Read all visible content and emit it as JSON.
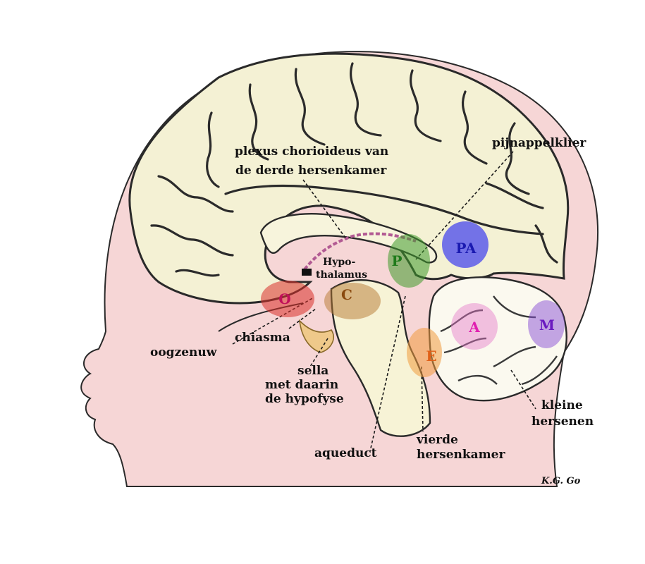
{
  "labels": {
    "plexus_line1": "plexus chorioideus van",
    "plexus_line2": "de derde hersenkamer",
    "pijnappelklier": "pijnappelklier",
    "hypothalamus_line1": "Hypo-",
    "hypothalamus_line2": "thalamus",
    "chiasma": "chiasma",
    "oogzenuw": "oogzenuw",
    "sella_line1": "sella",
    "sella_line2": "met daarin",
    "sella_line3": "de hypofyse",
    "aqueduct": "aqueduct",
    "vierde_line1": "vierde",
    "vierde_line2": "hersenkamer",
    "kleine_line1": "kleine",
    "kleine_line2": "hersenen"
  },
  "markers": {
    "O": "O",
    "C": "C",
    "P": "P",
    "PA": "PA",
    "A": "A",
    "M": "M",
    "E": "E"
  },
  "signature": "K.G. Go",
  "colors": {
    "skin": "#f6d6d6",
    "brain": "#f4f1d4",
    "O": "#d9302a",
    "C": "#b6772f",
    "P": "#3f9a2c",
    "PA": "#3c3cf0",
    "A": "#e477c9",
    "M": "#8a4fd6",
    "E": "#f09a3e"
  }
}
